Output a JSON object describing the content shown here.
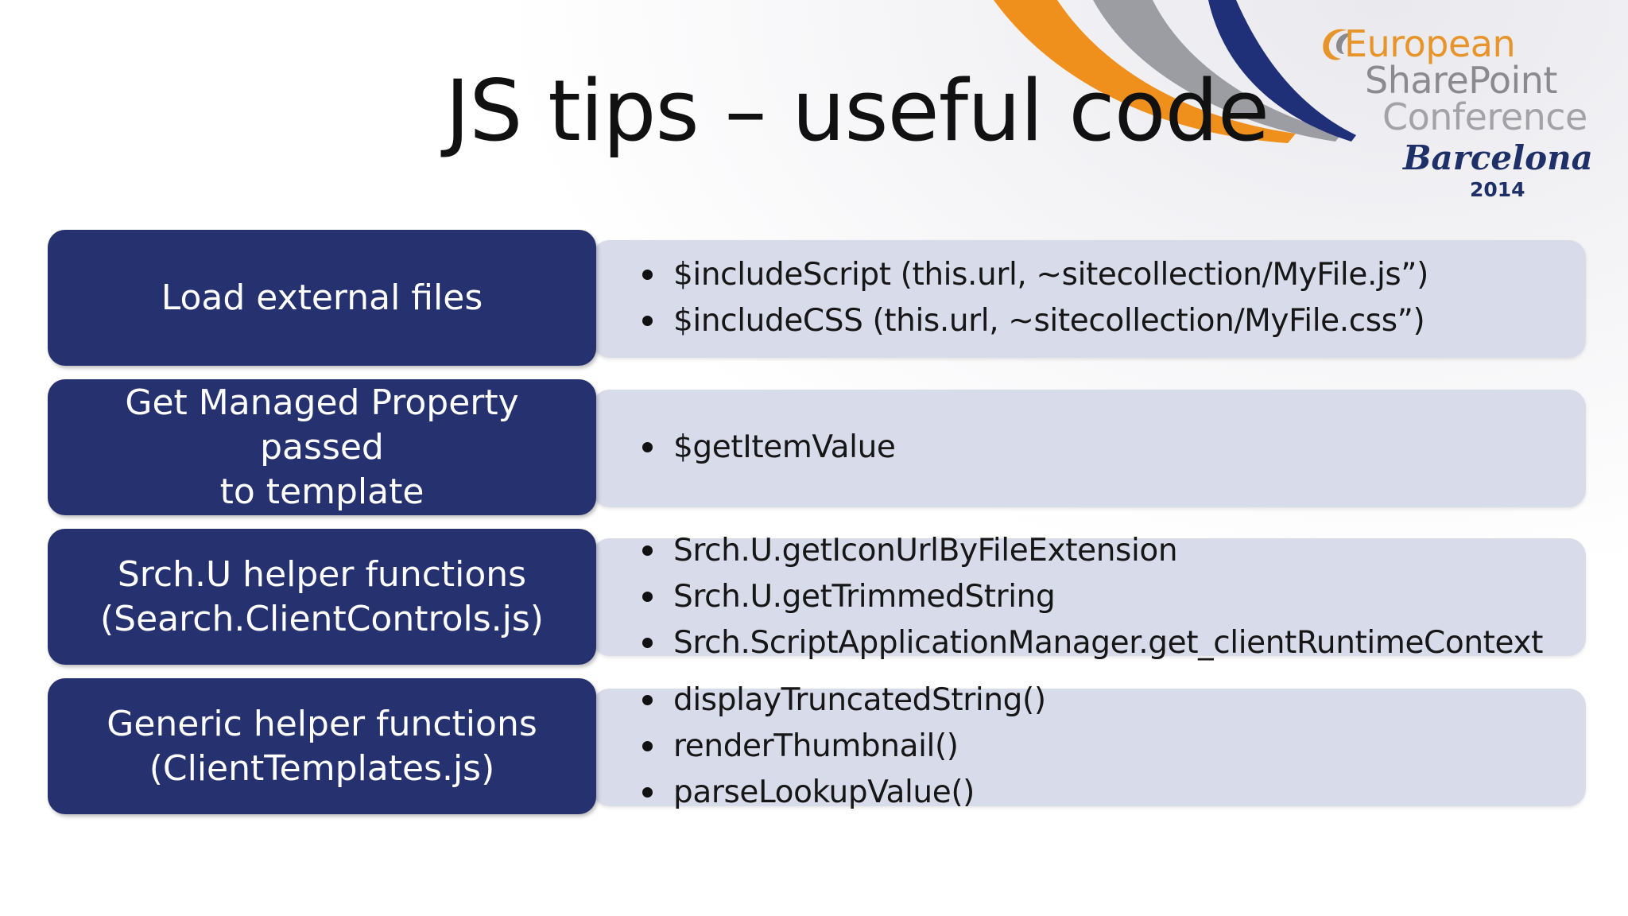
{
  "slide": {
    "title": "JS tips – useful code"
  },
  "logo": {
    "line1": "European",
    "line2": "SharePoint",
    "line3": "Conference",
    "line4": "Barcelona",
    "line5": "2014"
  },
  "colors": {
    "label_fill": "#263270",
    "panel_fill": "#d8dcea",
    "swoosh_orange": "#ef8f1c",
    "swoosh_gray": "#9c9ca3",
    "swoosh_navy": "#1f2f78"
  },
  "rows": [
    {
      "label": "Load external files",
      "bullets": [
        "$includeScript (this.url, ~sitecollection/MyFile.js”)",
        "$includeCSS (this.url, ~sitecollection/MyFile.css”)"
      ]
    },
    {
      "label": "Get Managed Property passed\nto template",
      "bullets": [
        "$getItemValue"
      ]
    },
    {
      "label": "Srch.U helper functions\n(Search.ClientControls.js)",
      "bullets": [
        "Srch.U.getIconUrlByFileExtension",
        "Srch.U.getTrimmedString",
        "Srch.ScriptApplicationManager.get_clientRuntimeContext"
      ]
    },
    {
      "label": "Generic helper functions\n(ClientTemplates.js)",
      "bullets": [
        "displayTruncatedString()",
        "renderThumbnail()",
        "parseLookupValue()"
      ]
    }
  ]
}
